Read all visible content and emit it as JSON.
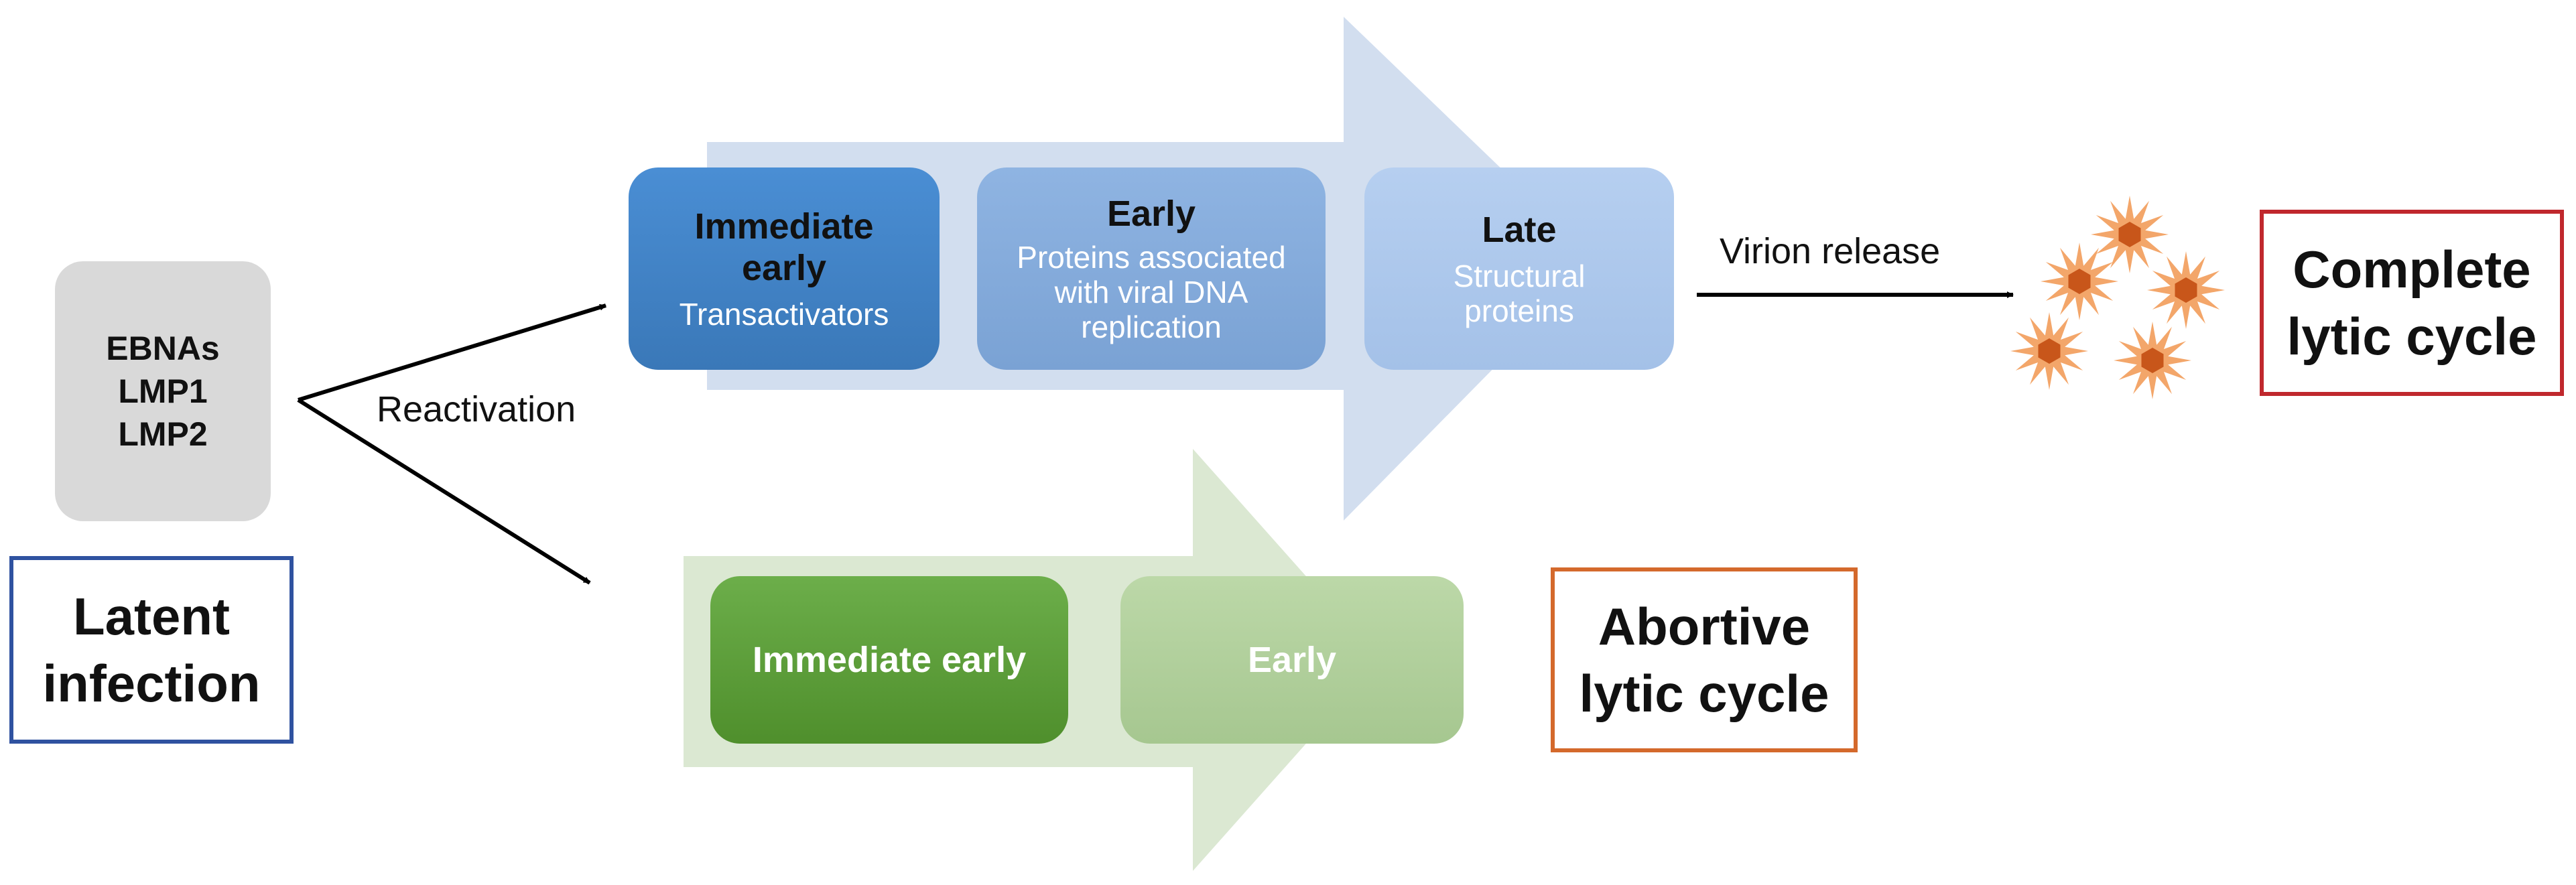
{
  "latent_markers": {
    "line1": "EBNAs",
    "line2": "LMP1",
    "line3": "LMP2"
  },
  "latent_label": {
    "line1": "Latent",
    "line2": "infection"
  },
  "reactivation_label": "Reactivation",
  "complete_pathway": {
    "stages": [
      {
        "title": "Immediate early",
        "subtitle": "Transactivators"
      },
      {
        "title": "Early",
        "subtitle": "Proteins associated with viral DNA replication"
      },
      {
        "title": "Late",
        "subtitle": "Structural proteins"
      }
    ],
    "release_label": "Virion release",
    "outcome": {
      "line1": "Complete",
      "line2": "lytic cycle"
    }
  },
  "abortive_pathway": {
    "stages": [
      {
        "title": "Immediate early"
      },
      {
        "title": "Early"
      }
    ],
    "outcome": {
      "line1": "Abortive",
      "line2": "lytic cycle"
    }
  },
  "colors": {
    "blue_arrow": "#d2deef",
    "green_arrow": "#dbe8d2",
    "latent_border": "#2f52a0",
    "complete_border": "#c0282d",
    "abortive_border": "#d4692c",
    "virion_spikes": "#f3a66a",
    "virion_core": "#c8561a"
  },
  "icons": [
    "virion-icon"
  ]
}
